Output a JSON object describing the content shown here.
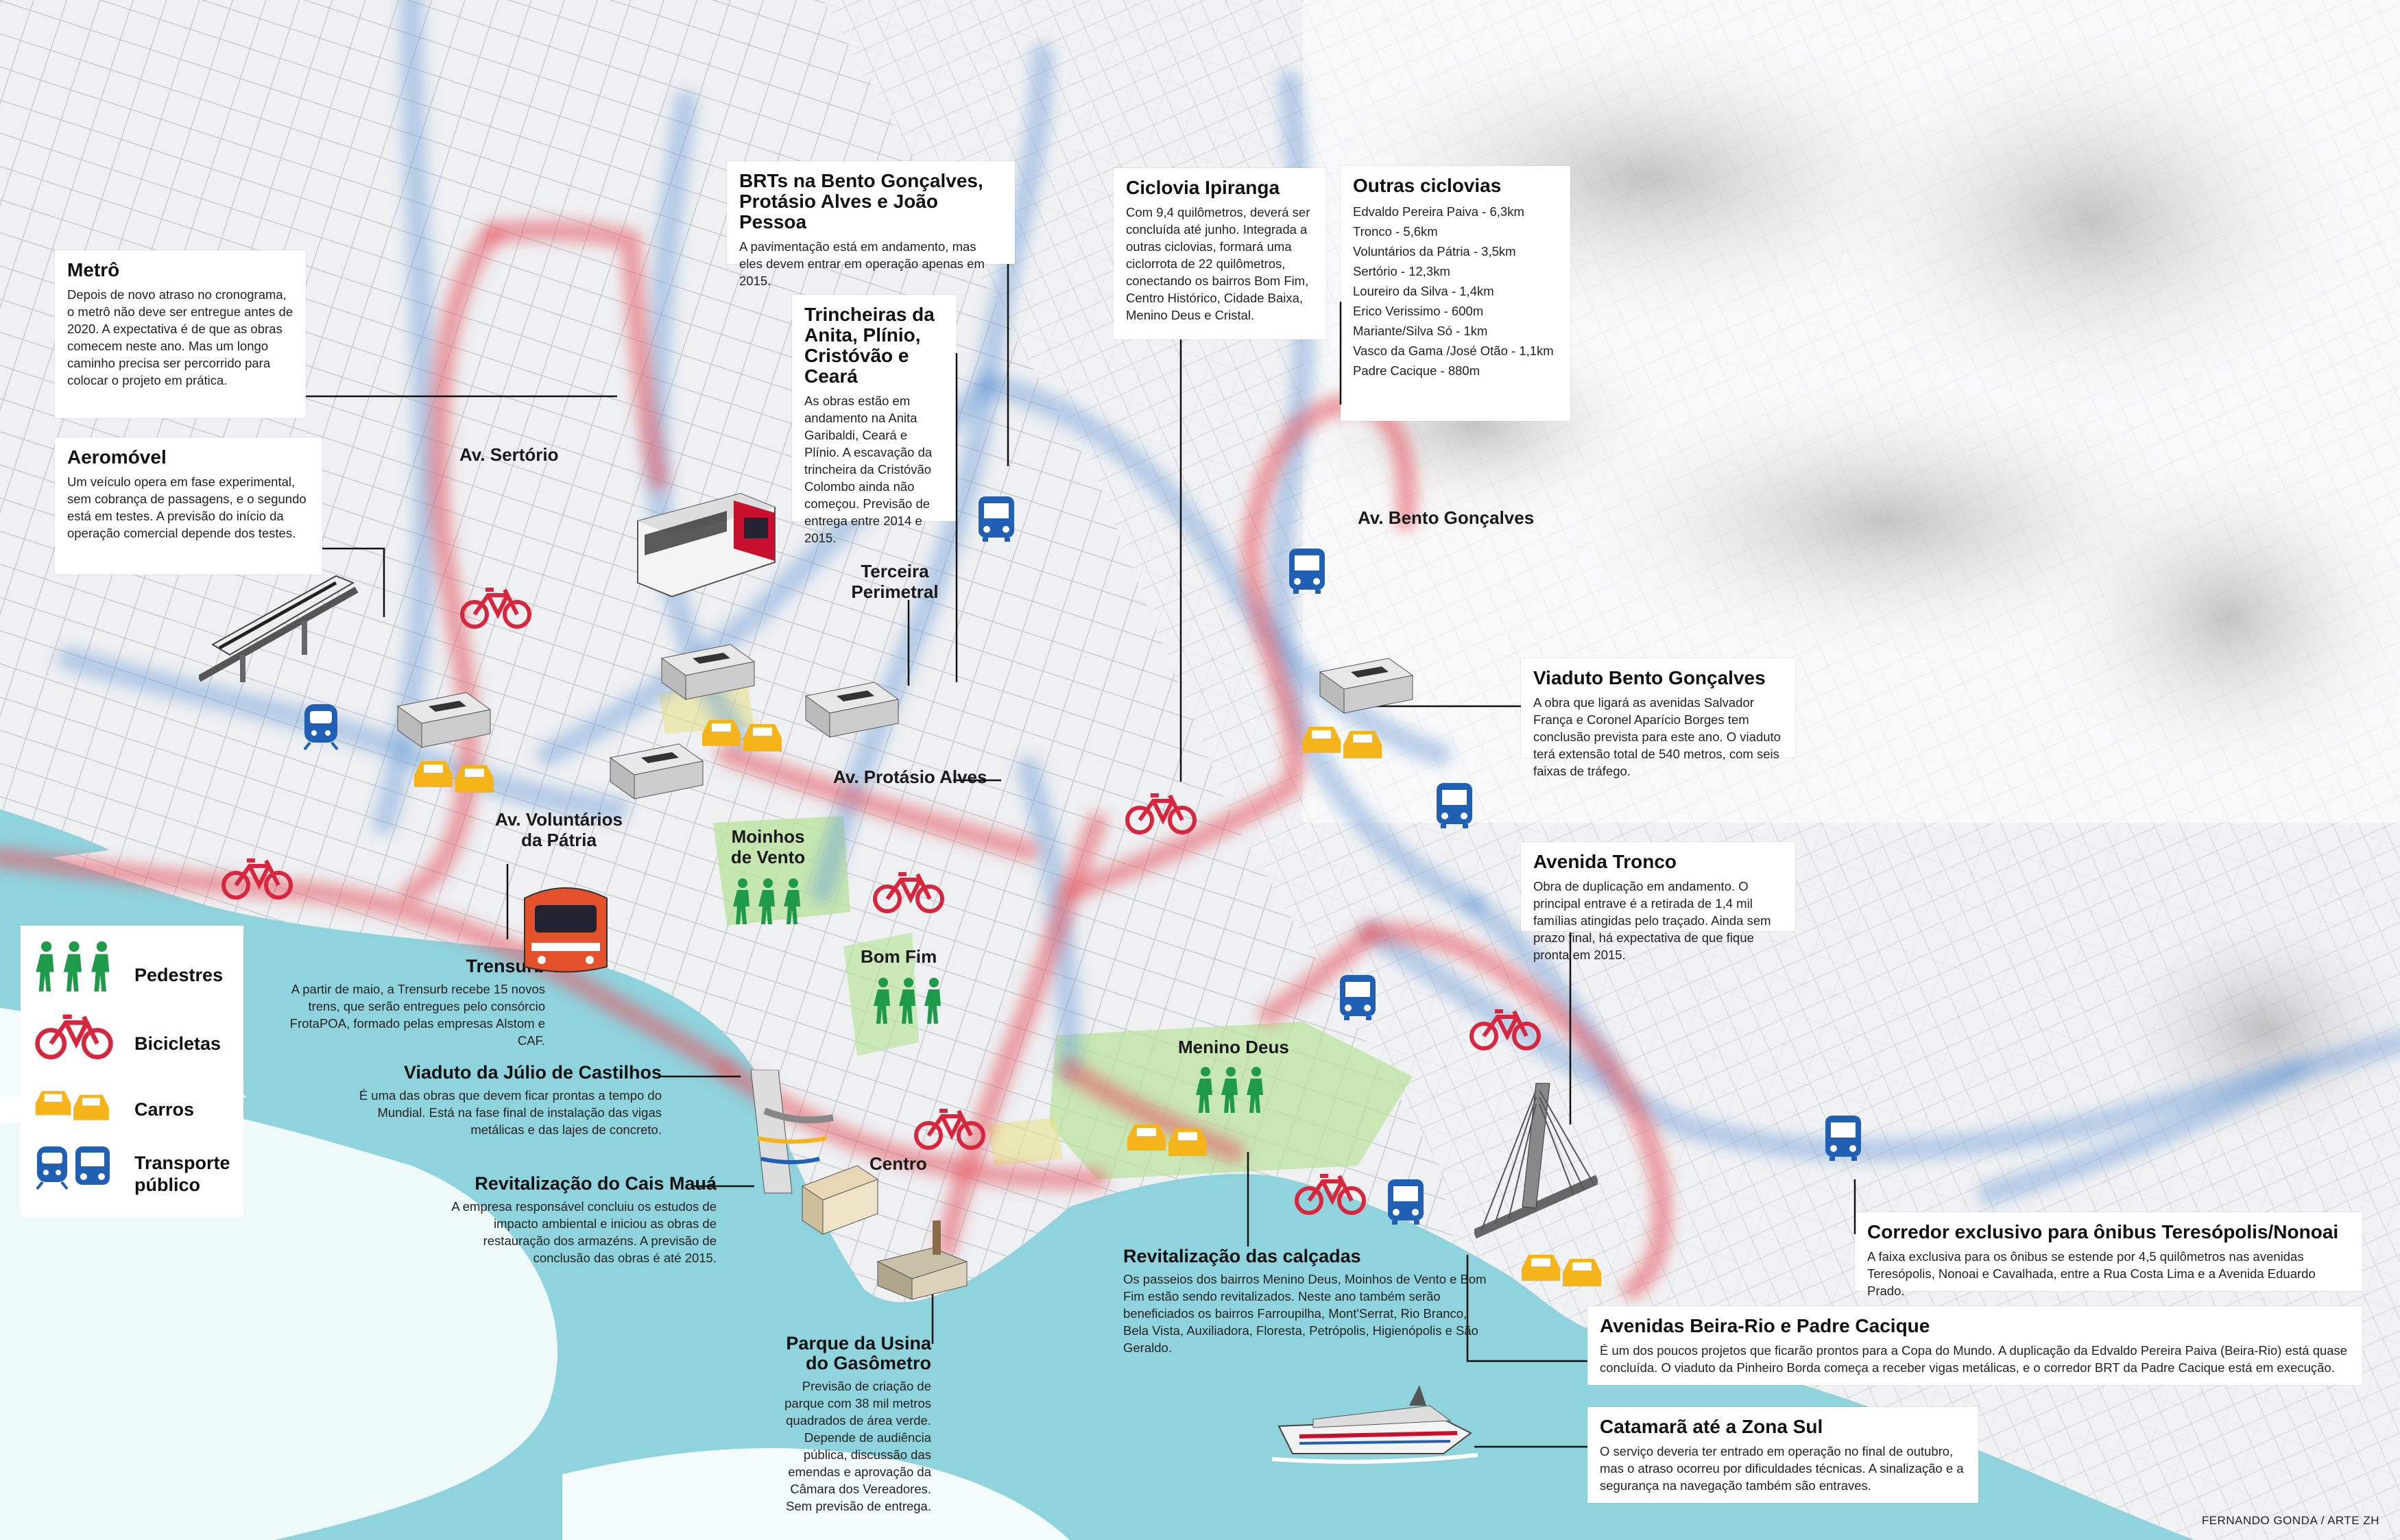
{
  "boxes": {
    "metro": {
      "title": "Metrô",
      "text": "Depois de novo atraso no cronograma, o metrô não deve ser entregue antes de 2020. A expectativa é de que as obras comecem neste ano. Mas um longo caminho precisa ser percorrido para colocar o projeto em prática."
    },
    "aeromovel": {
      "title": "Aeromóvel",
      "text": "Um veículo opera em fase experimental, sem cobrança de passagens, e o segundo está em testes. A previsão do início da operação comercial depende dos testes."
    },
    "brts": {
      "title": "BRTs na Bento Gonçalves, Protásio Alves e João Pessoa",
      "text": "A pavimentação está em andamento, mas eles devem entrar em operação apenas em 2015."
    },
    "trincheiras": {
      "title": "Trincheiras da Anita, Plínio, Cristóvão e Ceará",
      "text": "As obras estão em andamento na Anita Garibaldi, Ceará e Plínio. A escavação da trincheira da Cristóvão Colombo ainda não começou. Previsão de entrega entre 2014 e 2015."
    },
    "ciclovia": {
      "title": "Ciclovia Ipiranga",
      "text": "Com 9,4 quilômetros, deverá ser concluída até junho. Integrada a outras ciclovias, formará uma ciclorrota de 22 quilômetros, conectando os bairros Bom Fim, Centro Histórico, Cidade Baixa, Menino Deus e Cristal."
    },
    "outras": {
      "title": "Outras ciclovias",
      "items": [
        "Edvaldo Pereira Paiva - 6,3km",
        "Tronco - 5,6km",
        "Voluntários da Pátria - 3,5km",
        "Sertório - 12,3km",
        "Loureiro da Silva - 1,4km",
        "Erico Verissimo - 600m",
        "Mariante/Silva Só - 1km",
        "Vasco da Gama /José Otão - 1,1km",
        "Padre Cacique - 880m"
      ]
    },
    "viaduto_bento": {
      "title": "Viaduto Bento Gonçalves",
      "text": "A obra que ligará as avenidas Salvador França e Coronel Aparício Borges tem conclusão prevista para este ano. O viaduto terá extensão total de 540 metros, com seis faixas de tráfego."
    },
    "tronco": {
      "title": "Avenida Tronco",
      "text": "Obra de duplicação em andamento. O principal entrave é a retirada de 1,4 mil famílias atingidas pelo traçado. Ainda sem prazo final, há expectativa de que fique pronta em 2015."
    },
    "corredor": {
      "title": "Corredor exclusivo para ônibus Teresópolis/Nonoai",
      "text": "A faixa exclusiva para os ônibus se estende por 4,5 quilômetros nas avenidas Teresópolis, Nonoai e Cavalhada, entre a Rua Costa Lima e a Avenida Eduardo Prado."
    },
    "beira_rio": {
      "title": "Avenidas Beira-Rio e Padre Cacique",
      "text": "É um dos poucos projetos que ficarão prontos para a Copa do Mundo. A duplicação da Edvaldo Pereira Paiva (Beira-Rio) está quase concluída. O viaduto da Pinheiro Borda começa a receber vigas metálicas, e o corredor BRT da Padre Cacique está em execução."
    },
    "catamara": {
      "title": "Catamarã até a Zona Sul",
      "text": "O serviço deveria ter entrado em operação no final de outubro, mas o atraso ocorreu por dificuldades técnicas. A sinalização e a segurança na navegação também são entraves."
    },
    "trensurb": {
      "title": "Trensurb",
      "text": "A partir de maio, a Trensurb recebe 15 novos trens, que serão entregues pelo consórcio FrotaPOA, formado pelas empresas Alstom e CAF."
    },
    "julio": {
      "title": "Viaduto da Júlio de Castilhos",
      "text": "É uma das obras que devem ficar prontas a tempo do Mundial. Está na fase final de instalação das vigas metálicas e das lajes de concreto."
    },
    "cais": {
      "title": "Revitalização do Cais Mauá",
      "text": "A empresa responsável concluiu os estudos de impacto ambiental e iniciou as obras de restauração dos armazéns. A previsão de conclusão das obras é até 2015."
    },
    "calcadas": {
      "title": "Revitalização das calçadas",
      "text": "Os passeios dos bairros Menino Deus, Moinhos de Vento e Bom Fim estão sendo revitalizados. Neste ano também serão beneficiados os bairros Farroupilha, Mont'Serrat, Rio Branco, Bela Vista, Auxiliadora, Floresta, Petrópolis, Higienópolis e São Geraldo."
    },
    "gasometro": {
      "title": "Parque da Usina do Gasômetro",
      "text": "Previsão de criação de parque com 38 mil metros quadrados de área verde. Depende de audiência pública, discussão das emendas e aprovação da Câmara dos Vereadores. Sem previsão de entrega."
    }
  },
  "labels": {
    "sertorio": "Av. Sertório",
    "terceira": "Terceira Perimetral",
    "protasio": "Av. Protásio Alves",
    "voluntarios": "Av. Voluntários da Pátria",
    "moinhos": "Moinhos de Vento",
    "bomfim": "Bom Fim",
    "menino": "Menino Deus",
    "centro": "Centro",
    "bento": "Av. Bento Gonçalves"
  },
  "legend": {
    "pedestres": "Pedestres",
    "bicicletas": "Bicicletas",
    "carros": "Carros",
    "transporte": "Transporte público"
  },
  "credit": "FERNANDO GONDA / ARTE ZH",
  "colors": {
    "water": "#8fd3dd",
    "bike_route": "#e8555e",
    "transit_route": "#6f9ed6",
    "pedestrian": "#1e9a4a",
    "bike_icon": "#d7263d",
    "car_icon": "#f5b41a",
    "transit_icon": "#1f5fb4",
    "green_zone": "#b8e39a"
  }
}
